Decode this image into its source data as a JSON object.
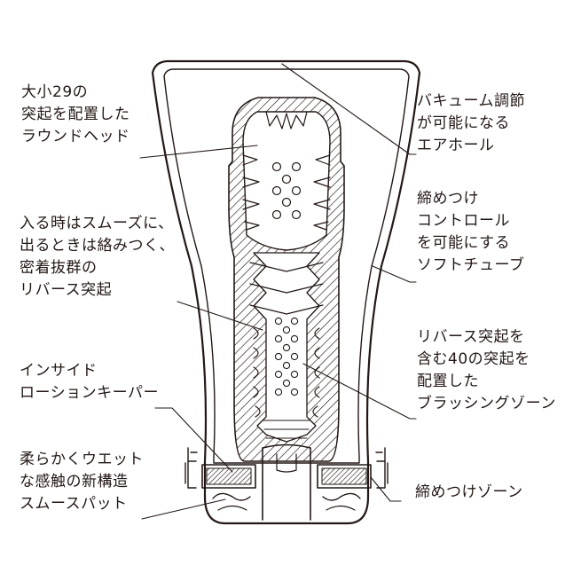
{
  "colors": {
    "ink": "#231815",
    "background": "#ffffff"
  },
  "labels": {
    "round_head": [
      "大小29の",
      "突起を配置した",
      "ラウンドヘッド"
    ],
    "air_hole": [
      "バキューム調節",
      "が可能になる",
      "エアホール"
    ],
    "reverse_bumps": [
      "入る時はスムーズに、",
      "出るときは絡みつく、",
      "密着抜群の",
      "リバース突起"
    ],
    "soft_tube": [
      "締めつけ",
      "コントロール",
      "を可能にする",
      "ソフトチューブ"
    ],
    "brushing_zone": [
      "リバース突起を",
      "含む40の突起を",
      "配置した",
      "ブラッシングゾーン"
    ],
    "lotion_keeper": [
      "インサイド",
      "ローションキーパー"
    ],
    "smooth_pad": [
      "柔らかくウエット",
      "な感触の新構造",
      "スムースパット"
    ],
    "tightening_zone": [
      "締めつけゾーン"
    ]
  }
}
